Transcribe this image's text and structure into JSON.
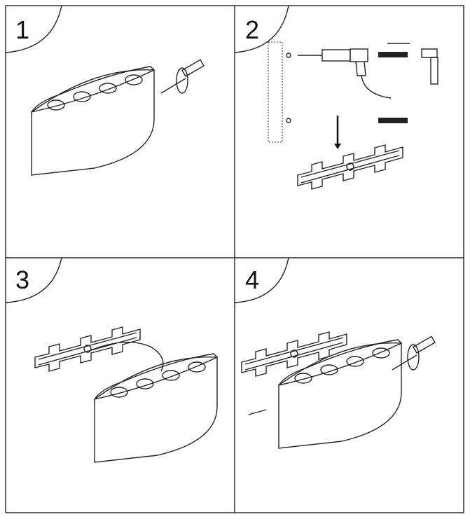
{
  "steps": [
    {
      "number": "1"
    },
    {
      "number": "2"
    },
    {
      "number": "3"
    },
    {
      "number": "4"
    }
  ],
  "colors": {
    "line": "#222222",
    "background": "#ffffff"
  }
}
